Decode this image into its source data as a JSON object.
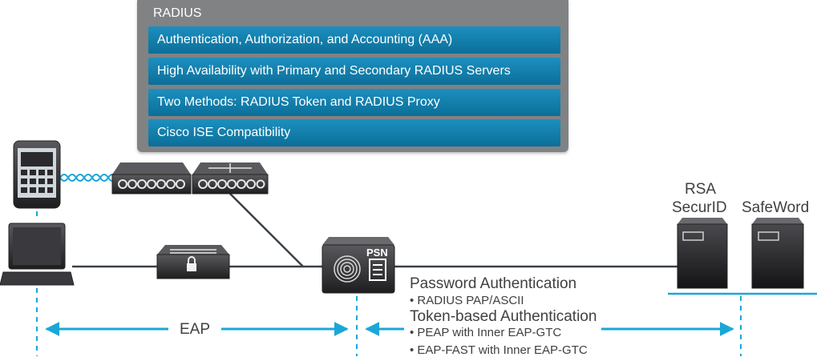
{
  "radius_panel": {
    "title": "RADIUS",
    "items": [
      "Authentication, Authorization, and Accounting (AAA)",
      "High Availability with Primary and Secondary RADIUS Servers",
      "Two Methods: RADIUS Token and RADIUS Proxy",
      "Cisco ISE Compatibility"
    ]
  },
  "servers": {
    "rsa_line1": "RSA",
    "rsa_line2": "SecurID",
    "safeword": "SafeWord"
  },
  "psn_label": "PSN",
  "eap_label": "EAP",
  "auth_methods": {
    "password_title": "Password Authentication",
    "password_items": [
      "• RADIUS PAP/ASCII"
    ],
    "token_title": "Token-based Authentication",
    "token_items": [
      "• PEAP with Inner EAP-GTC",
      "• EAP-FAST with Inner EAP-GTC"
    ]
  },
  "colors": {
    "accent": "#1aa7d8",
    "panel": "#808284",
    "panel_item": "#0e7aa8",
    "device_dark": "#2e2e30"
  }
}
